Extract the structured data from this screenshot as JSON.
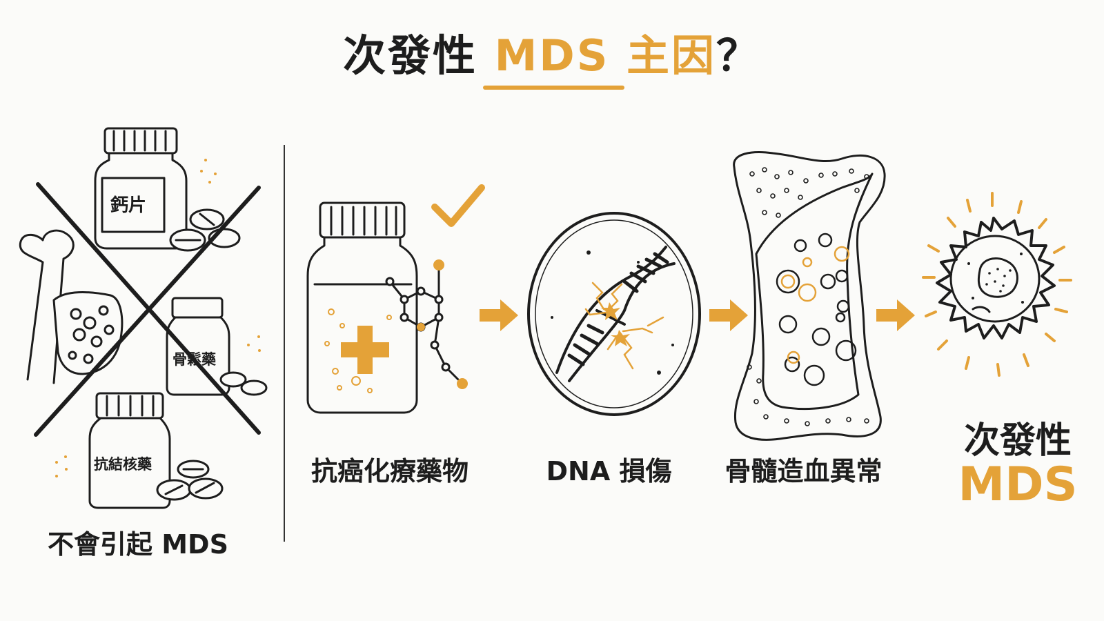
{
  "colors": {
    "accent": "#e4a238",
    "ink": "#1d1d1d"
  },
  "title": {
    "main": "次發性 ",
    "accent": "MDS 主因",
    "tail": "？"
  },
  "not_cause": {
    "caption": "不會引起 MDS",
    "items": [
      "鈣片",
      "骨鬆藥",
      "抗結核藥"
    ],
    "icons": [
      "bone-icon",
      "pill-bottle-icon",
      "cross-out-icon"
    ]
  },
  "pathway": {
    "steps": [
      {
        "label": "抗癌化療藥物",
        "icon": "chemo-bottle-icon"
      },
      {
        "label": "DNA 損傷",
        "icon": "dna-damage-icon"
      },
      {
        "label": "骨髓造血異常",
        "icon": "bone-marrow-icon"
      }
    ],
    "result": {
      "line1": "次發性",
      "line2": "MDS",
      "icon": "abnormal-cell-icon"
    }
  }
}
